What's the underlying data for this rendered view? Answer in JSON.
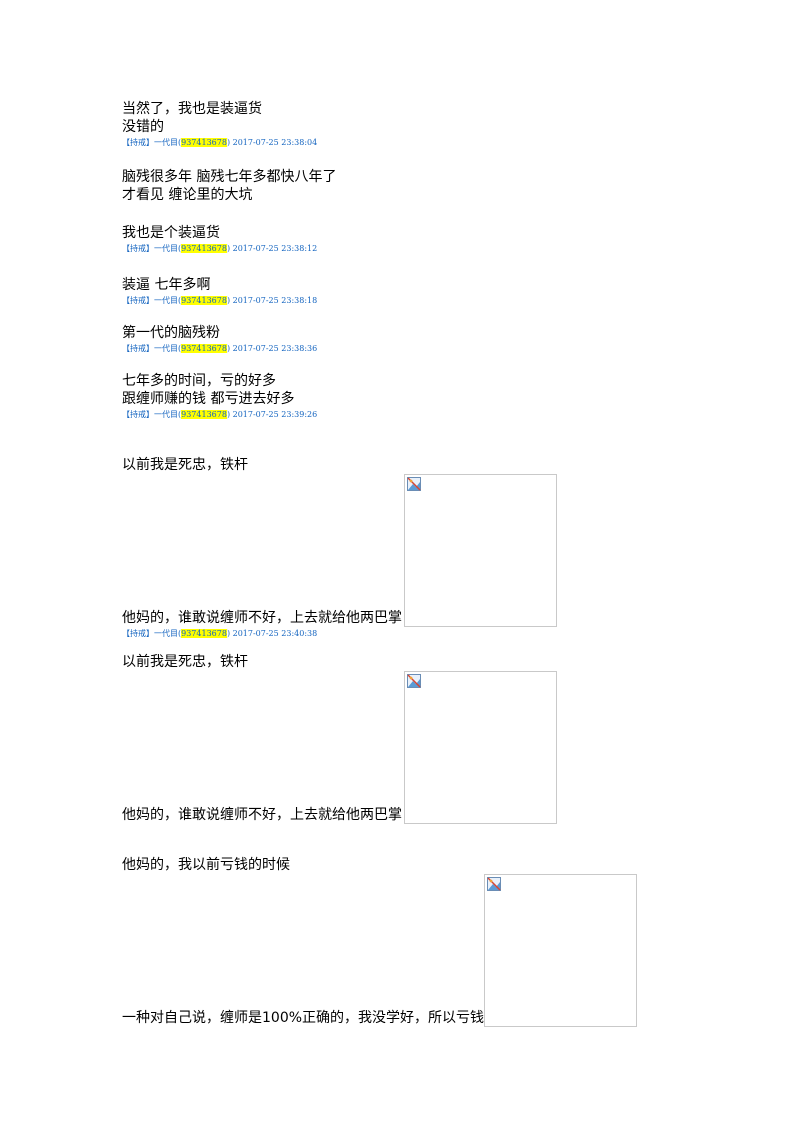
{
  "posts": [
    {
      "lines": [
        "当然了，我也是装逼货",
        "没错的"
      ],
      "meta": {
        "prefix": "【持戒】一代目(",
        "id": "937413678",
        "suffix": ")  2017-07-25 23:38:04"
      }
    },
    {
      "lines": [
        "脑残很多年  脑残七年多都快八年了",
        "才看见  缠论里的大坑"
      ]
    },
    {
      "lines": [
        "我也是个装逼货"
      ],
      "meta": {
        "prefix": "【持戒】一代目(",
        "id": "937413678",
        "suffix": ")  2017-07-25 23:38:12"
      }
    },
    {
      "lines": [
        "装逼  七年多啊"
      ],
      "meta": {
        "prefix": "【持戒】一代目(",
        "id": "937413678",
        "suffix": ")  2017-07-25 23:38:18"
      }
    },
    {
      "lines": [
        "第一代的脑残粉"
      ],
      "meta": {
        "prefix": "【持戒】一代目(",
        "id": "937413678",
        "suffix": ")  2017-07-25 23:38:36"
      }
    },
    {
      "lines": [
        "七年多的时间，亏的好多",
        "跟缠师赚的钱  都亏进去好多"
      ],
      "meta": {
        "prefix": "【持戒】一代目(",
        "id": "937413678",
        "suffix": ")  2017-07-25 23:39:26"
      }
    }
  ],
  "image_posts": [
    {
      "top": "以前我是死忠，铁杆",
      "bottom": "他妈的，谁敢说缠师不好，上去就给他两巴掌",
      "meta": {
        "prefix": "【持戒】一代目(",
        "id": "937413678",
        "suffix": ")  2017-07-25 23:40:38"
      }
    },
    {
      "top": "以前我是死忠，铁杆",
      "bottom": "他妈的，谁敢说缠师不好，上去就给他两巴掌"
    },
    {
      "top": "他妈的，我以前亏钱的时候",
      "bottom": "一种对自己说，缠师是100%正确的，我没学好，所以亏钱"
    }
  ]
}
